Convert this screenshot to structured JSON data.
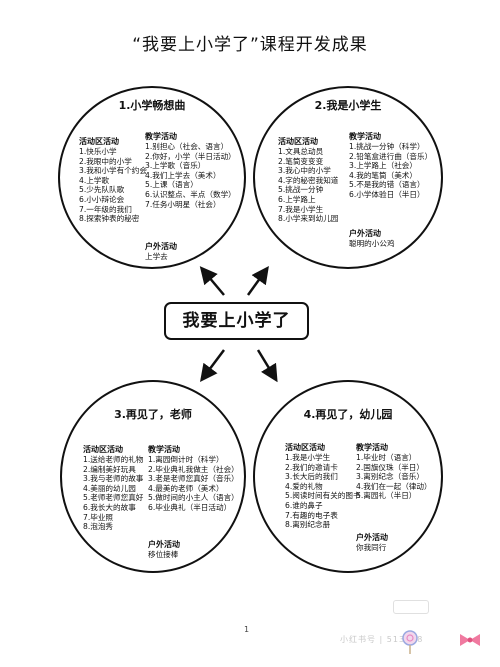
{
  "title": "“我要上小学了”课程开发成果",
  "center_label": "我要上小学了",
  "page_number": "1",
  "sections": [
    {
      "title": "1.小学畅想曲",
      "area_heading": "活动区活动",
      "area_items": [
        "1.快乐小学",
        "2.我眼中的小学",
        "3.我和小学有个约会",
        "4.上学歌",
        "5.少先队队歌",
        "6.小小辩论会",
        "7.一年级的我们",
        "8.探索钟表的秘密"
      ],
      "teach_heading": "教学活动",
      "teach_items": [
        "1.别担心（社会、语言）",
        "2.你好，小学（半日活动）",
        "3.上学歌（音乐）",
        "4.我们上学去（美术）",
        "5.上课（语言）",
        "6.认识整点、半点（数学）",
        "7.任务小明星（社会）"
      ],
      "outdoor_heading": "户外活动",
      "outdoor_items": [
        "上学去"
      ]
    },
    {
      "title": "2.我是小学生",
      "area_heading": "活动区活动",
      "area_items": [
        "1.文具总动员",
        "2.笔筒变变变",
        "3.我心中的小学",
        "4.字的秘密我知道",
        "5.挑战一分钟",
        "6.上学路上",
        "7.我是小学生",
        "8.小学来到幼儿园"
      ],
      "teach_heading": "教学活动",
      "teach_items": [
        "1.挑战一分钟（科学）",
        "2.铅笔盒进行曲（音乐）",
        "3.上学路上（社会）",
        "4.我的笔筒（美术）",
        "5.不是我的错（语言）",
        "6.小学体验日（半日）"
      ],
      "outdoor_heading": "户外活动",
      "outdoor_items": [
        "聪明的小公鸡"
      ]
    },
    {
      "title": "3.再见了，老师",
      "area_heading": "活动区活动",
      "area_items": [
        "1.送给老师的礼物",
        "2.编制美好玩具",
        "3.我与老师的故事",
        "4.美丽的幼儿园",
        "5.老师老师您真好",
        "6.我长大的故事",
        "7.毕业照",
        "8.泡泡秀"
      ],
      "teach_heading": "教学活动",
      "teach_items": [
        "1.离园倒计时（科学）",
        "2.毕业典礼我做主（社会）",
        "3.老是老师您真好（音乐）",
        "4.最美的老师（美术）",
        "5.做时间的小主人（语言）",
        "6.毕业典礼（半日活动）"
      ],
      "outdoor_heading": "户外活动",
      "outdoor_items": [
        "移位接棒"
      ]
    },
    {
      "title": "4.再见了，幼儿园",
      "area_heading": "活动区活动",
      "area_items": [
        "1.我是小学生",
        "2.我们的邀请卡",
        "3.长大后的我们",
        "4.爱的礼物",
        "5.阅读时间有关的图书",
        "6.谁的鼻子",
        "7.有趣的电子表",
        "8.离别纪念册"
      ],
      "teach_heading": "教学活动",
      "teach_items": [
        "1.毕业时（语言）",
        "2.国旗仪珠（半日）",
        "3.离别纪念（音乐）",
        "4.我们在一起（律动）",
        "5.离园礼（半日）"
      ],
      "outdoor_heading": "户外活动",
      "outdoor_items": [
        "你我同行"
      ]
    }
  ],
  "watermark": "小红书号 | 513438"
}
